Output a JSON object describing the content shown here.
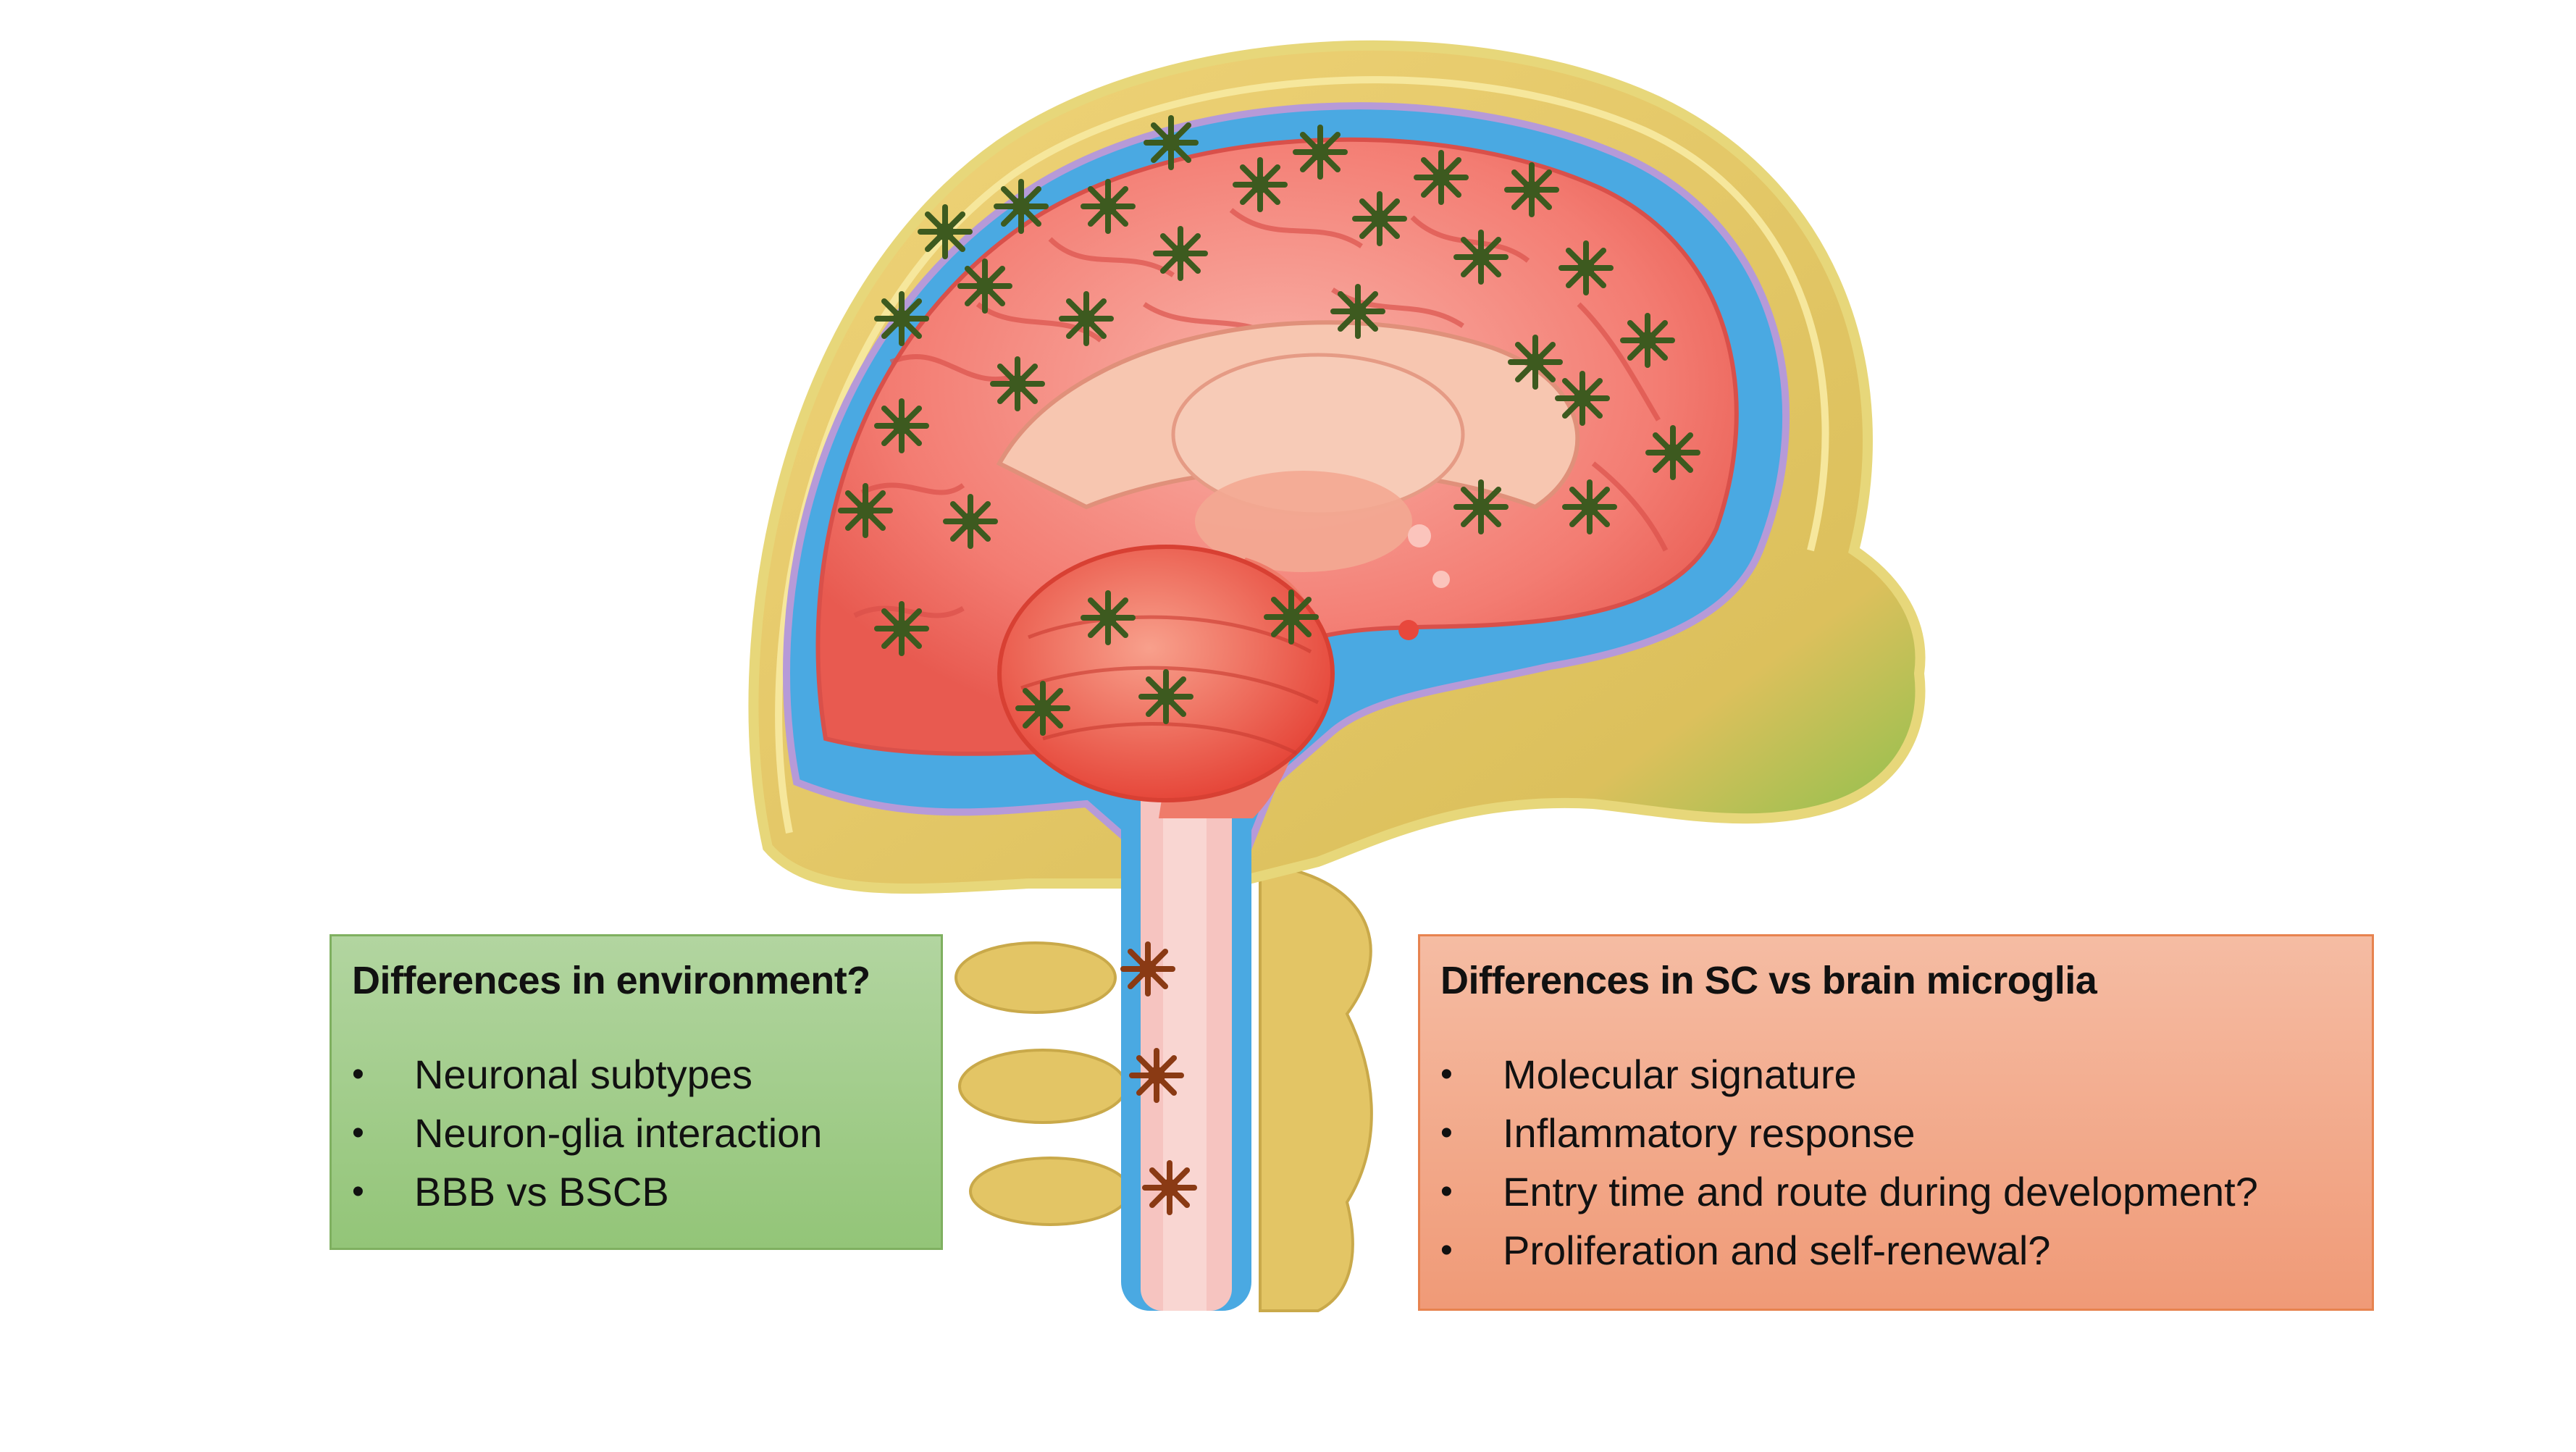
{
  "environment_box": {
    "title": "Differences in environment?",
    "items": [
      "Neuronal subtypes",
      "Neuron-glia interaction",
      "BBB vs BSCB"
    ]
  },
  "microglia_box": {
    "title": "Differences in SC vs brain microglia",
    "items": [
      "Molecular signature",
      "Inflammatory response",
      "Entry time and route during development?",
      "Proliferation and self-renewal?"
    ]
  },
  "colors": {
    "brain_microglia": "#3d5a1f",
    "spinal_cord_microglia": "#8a3a14",
    "cortex": "#f0706a",
    "csf": "#4aa9e2",
    "bone": "#e6c667",
    "environment_box": "#a3cd8b",
    "microglia_box": "#f3ab8c"
  },
  "markers": {
    "brain_microglia_count": 31,
    "spinal_cord_microglia_count": 3
  }
}
